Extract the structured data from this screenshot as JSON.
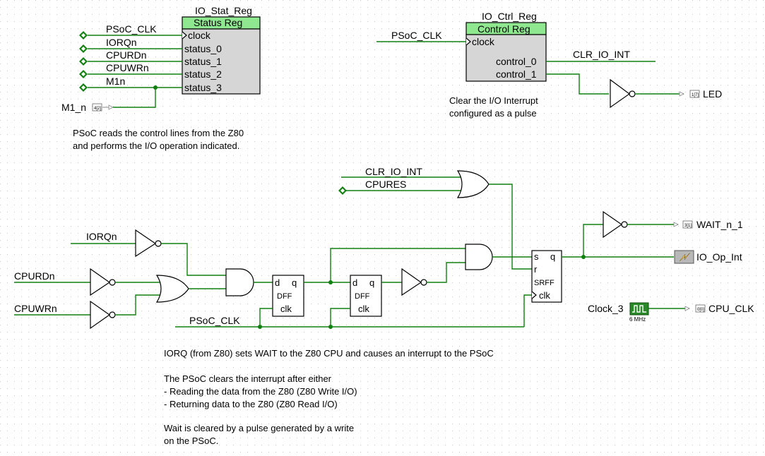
{
  "status_reg": {
    "instance": "IO_Stat_Reg",
    "title": "Status Reg",
    "ports": [
      "clock",
      "status_0",
      "status_1",
      "status_2",
      "status_3"
    ]
  },
  "ctrl_reg": {
    "instance": "IO_Ctrl_Reg",
    "title": "Control Reg",
    "ports": [
      "clock",
      "control_0",
      "control_1"
    ]
  },
  "inputs": {
    "psoc_clk": "PSoC_CLK",
    "iorqn": "IORQn",
    "cpurdn": "CPURDn",
    "cpuwrn": "CPUWRn",
    "m1n": "M1n",
    "m1_n": "M1_n",
    "m1_n_pin": "4[2]",
    "psoc_clk_2": "PSoC_CLK",
    "clr_io_int": "CLR_IO_INT",
    "clr_io_int_2": "CLR_IO_INT",
    "cpures": "CPURES",
    "iorqn_2": "IORQn",
    "cpurdn_2": "CPURDn",
    "cpuwrn_2": "CPUWRn",
    "psoc_clk_3": "PSoC_CLK"
  },
  "outputs": {
    "led": "LED",
    "led_pin": "1[7]",
    "wait": "WAIT_n_1",
    "wait_pin": "3[1]",
    "io_op_int": "IO_Op_Int",
    "cpu_clk": "CPU_CLK",
    "cpu_clk_pin": "0[0]"
  },
  "clock": {
    "name": "Clock_3",
    "freq": "6 MHz"
  },
  "dff1": {
    "d": "d",
    "q": "q",
    "name": "DFF",
    "clk": "clk"
  },
  "dff2": {
    "d": "d",
    "q": "q",
    "name": "DFF",
    "clk": "clk"
  },
  "srff": {
    "s": "s",
    "q": "q",
    "r": "r",
    "name": "SRFF",
    "clk": "clk"
  },
  "notes": {
    "status_note_1": "PSoC reads the control lines from the Z80",
    "status_note_2": "and performs the I/O operation indicated.",
    "ctrl_note_1": "Clear the I/O Interrupt",
    "ctrl_note_2": "configured as a pulse",
    "main_1": "IORQ (from Z80) sets WAIT to the Z80 CPU and causes an interrupt to the PSoC",
    "main_2": "The PSoC clears the interrupt after either",
    "main_3": "- Reading the data from the Z80 (Z80 Write I/O)",
    "main_4": "- Returning data to the Z80 (Z80 Read I/O)",
    "main_5": "Wait is cleared by a pulse generated by a write",
    "main_6": "on the PSoC."
  },
  "colors": {
    "wire": "#108010",
    "register_header": "#8fe88f",
    "register_body": "#d6d6d6",
    "grid_dot": "#c8c8c8"
  }
}
